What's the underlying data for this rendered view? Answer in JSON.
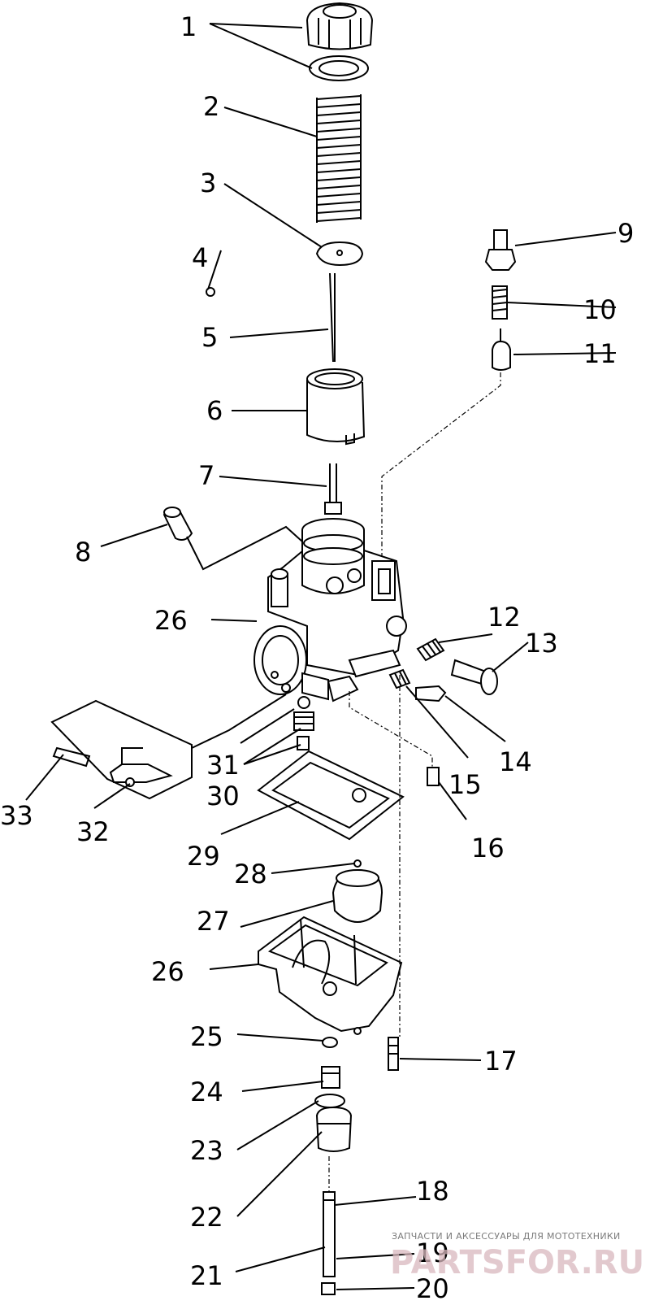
{
  "diagram": {
    "labels": [
      "1",
      "2",
      "3",
      "4",
      "5",
      "6",
      "7",
      "8",
      "9",
      "10",
      "11",
      "12",
      "13",
      "14",
      "15",
      "16",
      "17",
      "18",
      "19",
      "20",
      "21",
      "22",
      "23",
      "24",
      "25",
      "26",
      "26",
      "27",
      "28",
      "29",
      "30",
      "31",
      "32",
      "33"
    ]
  },
  "watermark": {
    "caption": "ЗАПЧАСТИ И АКСЕССУАРЫ ДЛЯ МОТОТЕХНИКИ",
    "brand": "PARTSFOR.RU"
  },
  "colors": {
    "ink": "#000000",
    "watermark": "#d9b8be",
    "background": "#ffffff"
  }
}
